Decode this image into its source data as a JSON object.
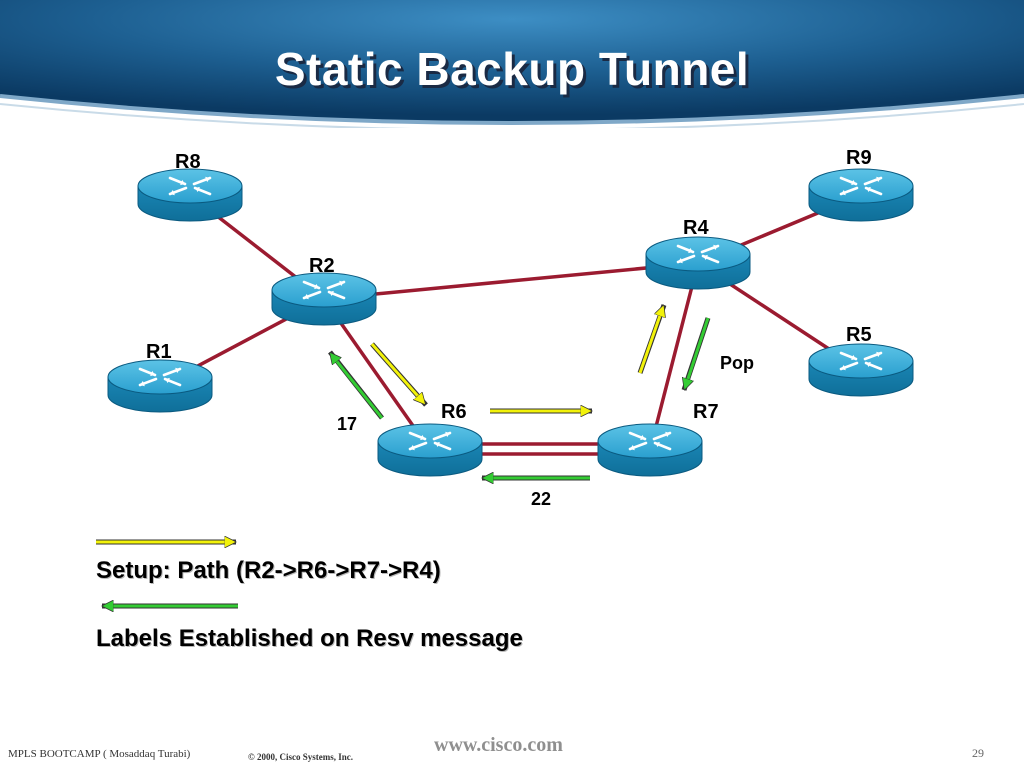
{
  "slide": {
    "title": "Static Backup Tunnel",
    "footer_left": "MPLS BOOTCAMP ( Mosaddaq Turabi)",
    "footer_copyright": "© 2000, Cisco Systems, Inc.",
    "footer_url": "www.cisco.com",
    "page_number": "29"
  },
  "colors": {
    "header_dark": "#0b3a63",
    "header_light": "#3d8ec4",
    "link": "#9b1b30",
    "router_body": "#1d8fbf",
    "router_top": "#3ab0d9",
    "setup_arrow": "#f2f20a",
    "label_arrow": "#33cc33"
  },
  "routers": [
    {
      "id": "R8",
      "label": "R8"
    },
    {
      "id": "R9",
      "label": "R9"
    },
    {
      "id": "R4",
      "label": "R4"
    },
    {
      "id": "R2",
      "label": "R2"
    },
    {
      "id": "R1",
      "label": "R1"
    },
    {
      "id": "R5",
      "label": "R5"
    },
    {
      "id": "R6",
      "label": "R6"
    },
    {
      "id": "R7",
      "label": "R7"
    }
  ],
  "links": [
    {
      "from": "R8",
      "to": "R2"
    },
    {
      "from": "R1",
      "to": "R2"
    },
    {
      "from": "R2",
      "to": "R4"
    },
    {
      "from": "R2",
      "to": "R6"
    },
    {
      "from": "R6",
      "to": "R7"
    },
    {
      "from": "R7",
      "to": "R4"
    },
    {
      "from": "R4",
      "to": "R9"
    },
    {
      "from": "R4",
      "to": "R5"
    }
  ],
  "label_values": {
    "r2_r6": "17",
    "r6_r7": "22",
    "r7_r4": "Pop"
  },
  "legend": {
    "setup": "Setup: Path (R2->R6->R7->R4)",
    "labels": "Labels Established on Resv message"
  }
}
